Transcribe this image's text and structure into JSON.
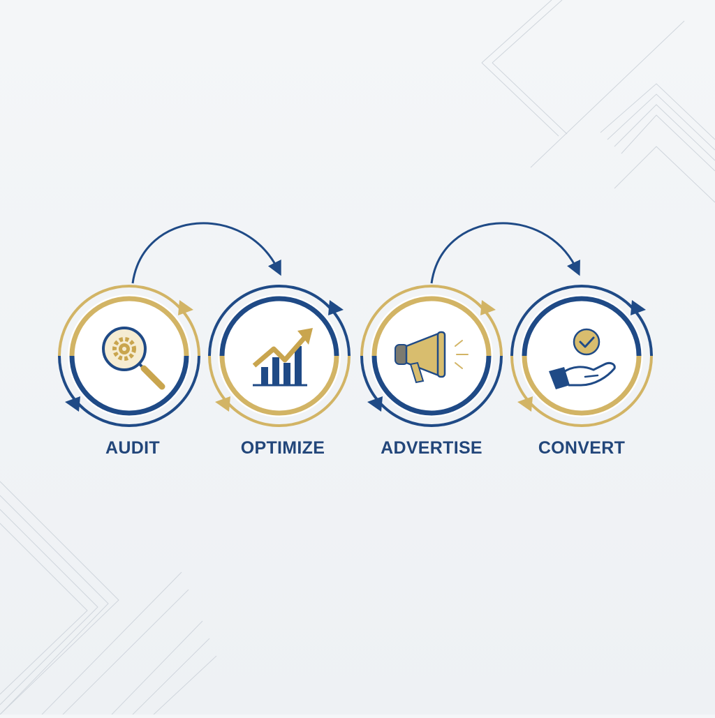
{
  "colors": {
    "navy": "#1f4a86",
    "gold": "#d2b465",
    "gold_light": "#e5d29c",
    "label": "#22467a",
    "deco": "#c9cfd6"
  },
  "steps": [
    {
      "label": "AUDIT",
      "icon": "magnifier-gear-icon",
      "top_color": "gold",
      "bottom_color": "navy"
    },
    {
      "label": "OPTIMIZE",
      "icon": "growth-chart-icon",
      "top_color": "navy",
      "bottom_color": "gold"
    },
    {
      "label": "ADVERTISE",
      "icon": "megaphone-icon",
      "top_color": "gold",
      "bottom_color": "navy"
    },
    {
      "label": "CONVERT",
      "icon": "hand-check-icon",
      "top_color": "navy",
      "bottom_color": "gold"
    }
  ]
}
